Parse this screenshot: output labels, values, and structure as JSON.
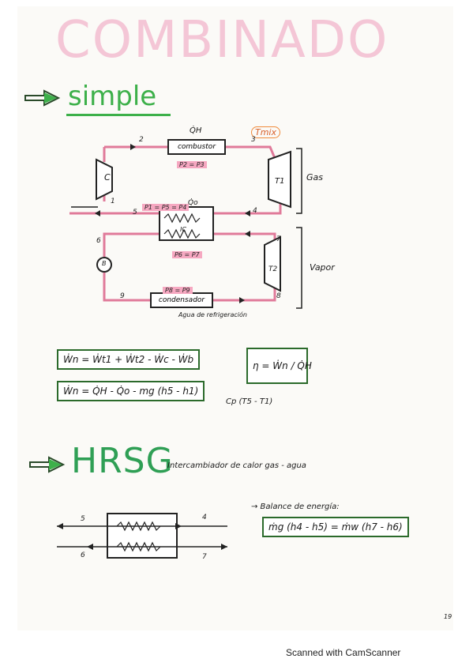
{
  "page": {
    "title": "COMBINADO",
    "section_simple": "simple",
    "section_hrsg": "HRSG",
    "hrsg_subtitle": "Intercambiador de calor gas - agua",
    "footer": "Scanned with CamScanner",
    "page_number": "19"
  },
  "diagram": {
    "qh": "Q̇H",
    "tmix": "Tmix",
    "combustor": "combustor",
    "p2p3": "P2 = P3",
    "compressor": "C",
    "turbine1": "T1",
    "gas_label": "Gas",
    "p1p5p4": "P1 = P5 = P4",
    "qo": "Q̇o",
    "ic": "IC",
    "p6p7": "P6 = P7",
    "pump": "B",
    "turbine2": "T2",
    "vapor_label": "Vapor",
    "p8p9": "P8 = P9",
    "condenser": "condensador",
    "cooling_water": "Agua de refrigeración",
    "nodes": {
      "n1": "1",
      "n2": "2",
      "n3": "3",
      "n4": "4",
      "n5": "5",
      "n6": "6",
      "n7": "7",
      "n8": "8",
      "n9": "9"
    }
  },
  "equations": {
    "wn1": "Ẇn = Ẇt1 + Ẇt2 - Ẇc - Ẇb",
    "eta": "η = Ẇn / Q̇H",
    "wn2": "Ẇn = Q̇H - Q̇o - mg (h5 - h1)",
    "cp_note": "Cp (T5 - T1)",
    "energy_balance_label": "→ Balance de energía:",
    "energy_balance": "ṁg (h4 - h5) = ṁw (h7 - h6)"
  },
  "hrsg": {
    "n4": "4",
    "n5": "5",
    "n6": "6",
    "n7": "7"
  },
  "colors": {
    "pink": "#f4c6d6",
    "green": "#3db04a",
    "hl_pink": "#f6a8c1",
    "loop_red": "#e07a9a",
    "box_green": "#2b6a2b"
  }
}
